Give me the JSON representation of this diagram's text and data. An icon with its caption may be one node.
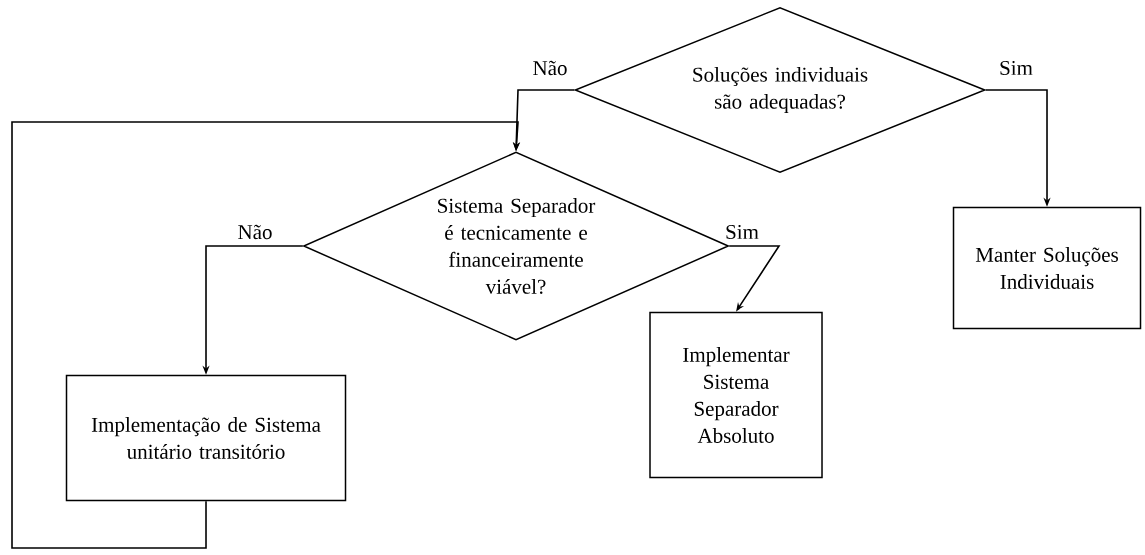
{
  "diagram": {
    "nodes": [
      {
        "text": [
          "Soluções individuais são adequadas?"
        ]
      },
      {
        "text": [
          "Sistema Separador é tecnicamente e financeiramente viável?"
        ]
      },
      {
        "text": [
          "Manter Soluções Individuais"
        ]
      },
      {
        "text": [
          "Implementar Sistema Separador Absoluto"
        ]
      },
      {
        "text": [
          "Implementação de Sistema unitário transitório"
        ]
      }
    ],
    "edges": [
      {
        "from": 0,
        "to": 1,
        "label": "Não",
        "arrow": "to"
      },
      {
        "from": 0,
        "to": 2,
        "label": "Sim",
        "arrow": "to"
      },
      {
        "from": 1,
        "to": 4,
        "label": "Não",
        "arrow": "to"
      },
      {
        "from": 1,
        "to": 3,
        "label": "Sim",
        "arrow": "to"
      },
      {
        "from": 4,
        "to": 1,
        "arrow": "to"
      }
    ]
  }
}
